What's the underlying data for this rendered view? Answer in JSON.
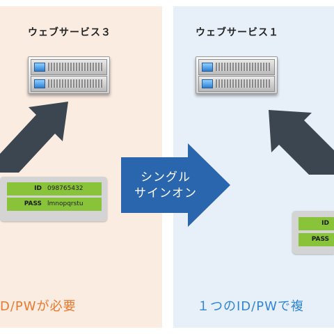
{
  "left_panel": {
    "service_title": "ウェブサービス３",
    "credentials": {
      "id_label": "ID",
      "id_value": "098765432",
      "pass_label": "PASS",
      "pass_value": "lmnopqrstu"
    },
    "caption": "D/PWが必要"
  },
  "center": {
    "arrow_line1": "シングル",
    "arrow_line2": "サインオン"
  },
  "right_panel": {
    "service_title": "ウェブサービス１",
    "credentials": {
      "id_label": "ID",
      "pass_label": "PASS"
    },
    "caption": "１つのID/PWで複"
  },
  "colors": {
    "left_panel_bg": "#fbece1",
    "right_panel_bg": "#e7eff8",
    "arrow_dark": "#3b4650",
    "sso_arrow": "#2a66ad",
    "left_caption": "#e8792d",
    "right_caption": "#2f86d4",
    "credential_green": "#88c33a"
  }
}
